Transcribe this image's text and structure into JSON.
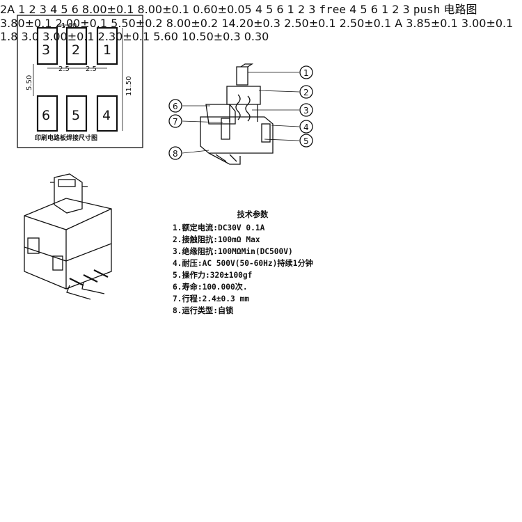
{
  "pcb_layout": {
    "pitch_label": "1.60",
    "spacing_left": "2.5",
    "spacing_right": "2.5",
    "row_gap_label": "5.50",
    "height_label": "11.50",
    "top_pins": [
      "3",
      "2",
      "1"
    ],
    "bottom_pins": [
      "6",
      "5",
      "4"
    ],
    "caption": "印刷电路板焊接尺寸图"
  },
  "exploded_view": {
    "callouts": [
      "1",
      "2",
      "3",
      "4",
      "5",
      "6",
      "7",
      "8"
    ]
  },
  "specs": {
    "title": "技术参数",
    "items": [
      "1.额定电流:DC30V  0.1A",
      "2.接触阻抗:100mΩ Max",
      "3.绝缘阻抗:100MΩMin(DC500V)",
      "4.耐压:AC 500V(50-60Hz)持续1分钟",
      "5.操作力:320±100gf",
      "6.寿命:100.000次.",
      "7.行程:2.4±0.3 mm",
      "8.运行类型:自锁"
    ]
  },
  "top_view": {
    "badge": "2A",
    "left_pins": [
      "1",
      "2",
      "3"
    ],
    "right_pins": [
      "4",
      "5",
      "6"
    ],
    "dim_vertical": "8.00±0.1",
    "dim_horizontal": "8.00±0.1",
    "dim_pin": "0.60±0.05"
  },
  "circuit": {
    "free_label": "free",
    "push_label": "push",
    "top_nums": [
      "4",
      "5",
      "6"
    ],
    "bottom_nums": [
      "1",
      "2",
      "3"
    ],
    "caption": "电路图"
  },
  "front_view": {
    "dim_top_width": "3.80±0.1",
    "dim_top_right": "2.00±0.1",
    "dim_actuator": "5.50±0.2",
    "dim_body": "8.00±0.2",
    "dim_total": "14.20±0.3",
    "dim_pin_left": "2.50±0.1",
    "dim_pin_right": "2.50±0.1"
  },
  "side_view": {
    "dim_top": "3.85±0.1",
    "dim_mid": "3.00±0.1",
    "dim_small": "1.8",
    "dim_left_a": "3.0",
    "dim_left_b": "3.00±0.1",
    "dim_right": "2.30±0.1",
    "dim_inner": "5.60",
    "dim_bottom": "10.50±0.3",
    "dim_pin_h": "0.30",
    "mark": "A"
  }
}
